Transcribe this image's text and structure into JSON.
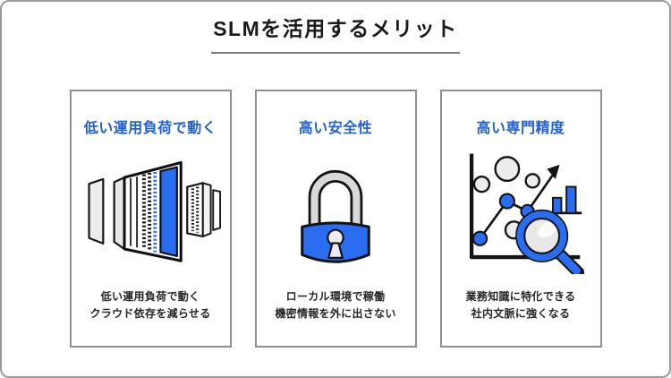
{
  "header": {
    "title": "SLMを活用するメリット"
  },
  "cards": [
    {
      "title": "低い運用負荷で動く",
      "icon": "server-icon",
      "desc_line1": "低い運用負荷で動く",
      "desc_line2": "クラウド依存を減らせる"
    },
    {
      "title": "高い安全性",
      "icon": "padlock-icon",
      "desc_line1": "ローカル環境で稼働",
      "desc_line2": "機密情報を外に出さない"
    },
    {
      "title": "高い専門精度",
      "icon": "chart-magnifier-icon",
      "desc_line1": "業務知識に特化できる",
      "desc_line2": "社内文脈に強くなる"
    }
  ],
  "colors": {
    "card_title_blue": "#2161cf",
    "icon_blue": "#2a6df0",
    "card_border_gray": "#8f8f8f",
    "frame_border_gray": "#9b9b9b",
    "title_text": "#1a1a1a"
  }
}
